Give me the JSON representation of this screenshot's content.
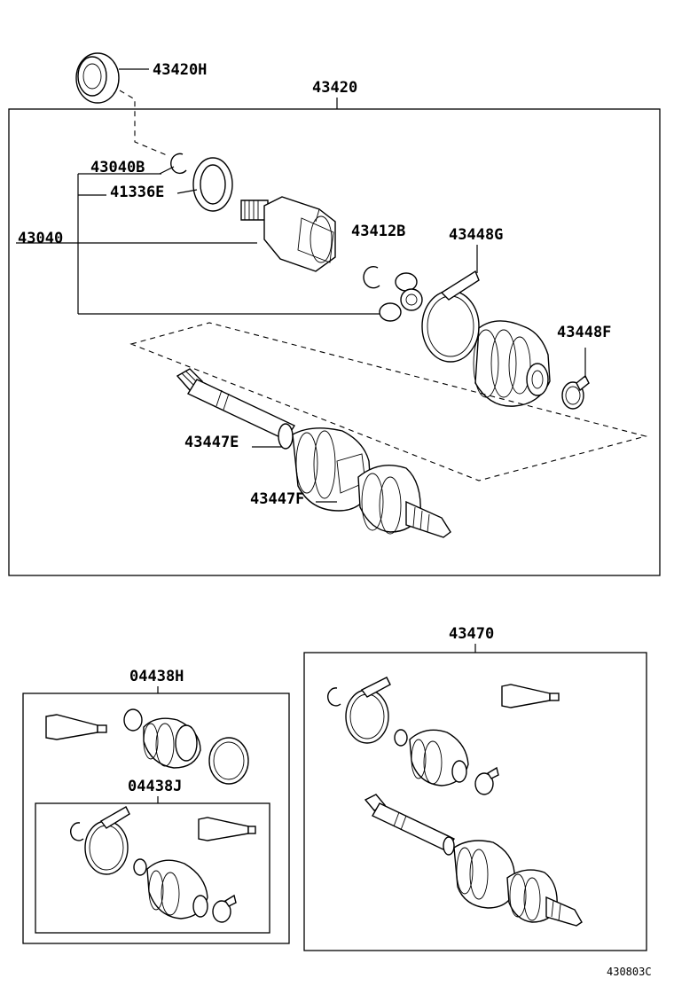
{
  "labels": {
    "p43420H": "43420H",
    "p43420": "43420",
    "p43040B": "43040B",
    "p41336E": "41336E",
    "p43040": "43040",
    "p43412B": "43412B",
    "p43448G": "43448G",
    "p43448F": "43448F",
    "p43447E": "43447E",
    "p43447F": "43447F",
    "p43470": "43470",
    "p04438H": "04438H",
    "p04438J": "04438J"
  },
  "footer": {
    "code": "430803C"
  }
}
